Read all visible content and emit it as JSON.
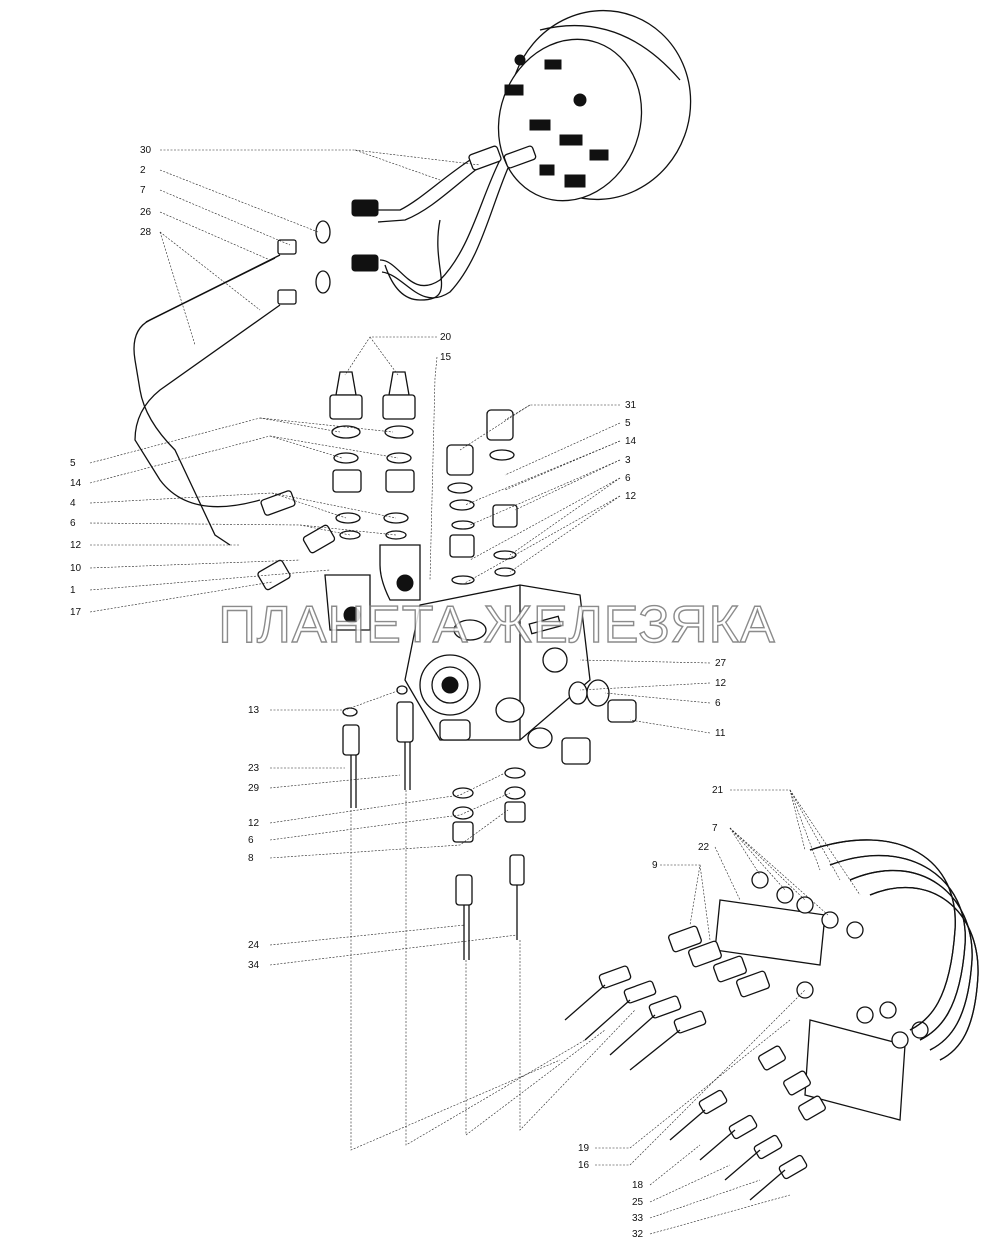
{
  "watermark": "ПЛАНЕТА ЖЕЛЕЗЯКА",
  "callouts": [
    {
      "id": "c30",
      "text": "30"
    },
    {
      "id": "c2",
      "text": "2"
    },
    {
      "id": "c7a",
      "text": "7"
    },
    {
      "id": "c26",
      "text": "26"
    },
    {
      "id": "c28",
      "text": "28"
    },
    {
      "id": "c20",
      "text": "20"
    },
    {
      "id": "c15",
      "text": "15"
    },
    {
      "id": "c31",
      "text": "31"
    },
    {
      "id": "c5a",
      "text": "5"
    },
    {
      "id": "c14a",
      "text": "14"
    },
    {
      "id": "c5b",
      "text": "5"
    },
    {
      "id": "c14b",
      "text": "14"
    },
    {
      "id": "c3",
      "text": "3"
    },
    {
      "id": "c4",
      "text": "4"
    },
    {
      "id": "c6a",
      "text": "6"
    },
    {
      "id": "c6b",
      "text": "6"
    },
    {
      "id": "c12a",
      "text": "12"
    },
    {
      "id": "c12b",
      "text": "12"
    },
    {
      "id": "c10",
      "text": "10"
    },
    {
      "id": "c1",
      "text": "1"
    },
    {
      "id": "c17",
      "text": "17"
    },
    {
      "id": "c27",
      "text": "27"
    },
    {
      "id": "c12c",
      "text": "12"
    },
    {
      "id": "c6c",
      "text": "6"
    },
    {
      "id": "c11",
      "text": "11"
    },
    {
      "id": "c13",
      "text": "13"
    },
    {
      "id": "c23",
      "text": "23"
    },
    {
      "id": "c29",
      "text": "29"
    },
    {
      "id": "c12d",
      "text": "12"
    },
    {
      "id": "c6d",
      "text": "6"
    },
    {
      "id": "c8",
      "text": "8"
    },
    {
      "id": "c24",
      "text": "24"
    },
    {
      "id": "c34",
      "text": "34"
    },
    {
      "id": "c21",
      "text": "21"
    },
    {
      "id": "c7b",
      "text": "7"
    },
    {
      "id": "c22",
      "text": "22"
    },
    {
      "id": "c9",
      "text": "9"
    },
    {
      "id": "c19",
      "text": "19"
    },
    {
      "id": "c16",
      "text": "16"
    },
    {
      "id": "c18",
      "text": "18"
    },
    {
      "id": "c25",
      "text": "25"
    },
    {
      "id": "c33",
      "text": "33"
    },
    {
      "id": "c32",
      "text": "32"
    }
  ]
}
